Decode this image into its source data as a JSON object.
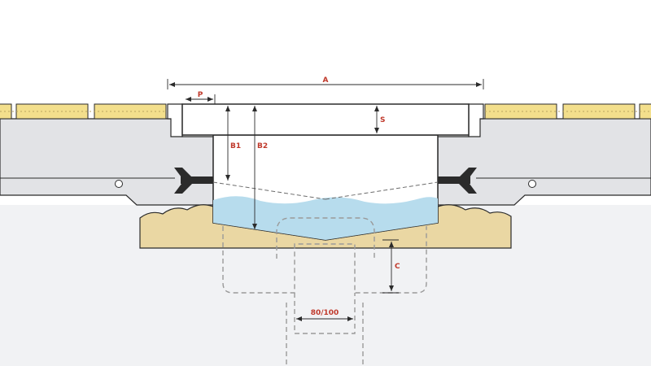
{
  "labels": {
    "A": "A",
    "P": "P",
    "S": "S",
    "B1": "B1",
    "B2": "B2",
    "C": "C",
    "outlet": "80/100"
  },
  "colors": {
    "label": "#c0392b",
    "line": "#2b2b2b",
    "slab": "#e2e3e6",
    "paver": "#f3df8c",
    "sand": "#ead7a3",
    "water": "#b7dced",
    "ground": "#f1f2f4",
    "dashed": "#9a9a9a"
  }
}
